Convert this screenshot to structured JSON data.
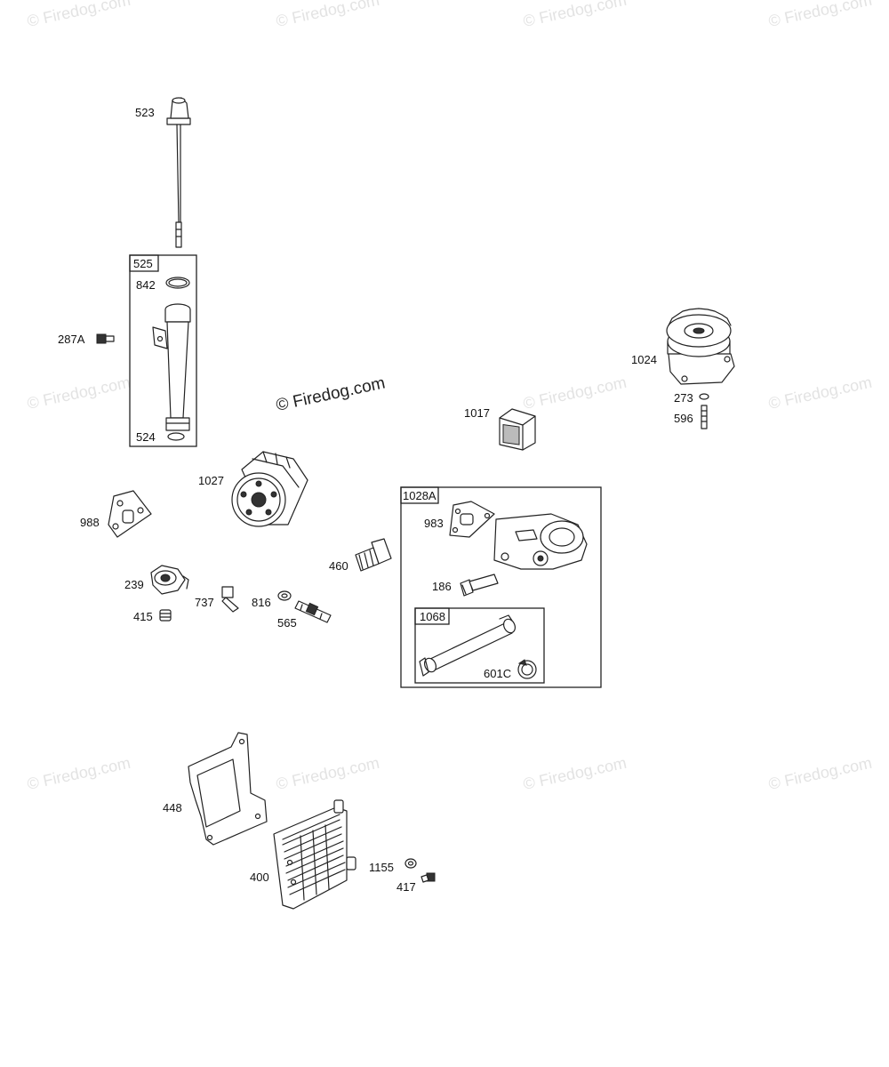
{
  "watermark": "© Firedog.com",
  "center_watermark": "© Firedog.com",
  "groups": {
    "g525": "525",
    "g1028A": "1028A",
    "g1068": "1068"
  },
  "parts": {
    "p523": "523",
    "p842": "842",
    "p287A": "287A",
    "p524": "524",
    "p1024": "1024",
    "p1017": "1017",
    "p273": "273",
    "p596": "596",
    "p1027": "1027",
    "p988": "988",
    "p983": "983",
    "p239": "239",
    "p415": "415",
    "p737": "737",
    "p816": "816",
    "p565": "565",
    "p460": "460",
    "p186": "186",
    "p601C": "601C",
    "p448": "448",
    "p400": "400",
    "p1155": "1155",
    "p417": "417"
  }
}
